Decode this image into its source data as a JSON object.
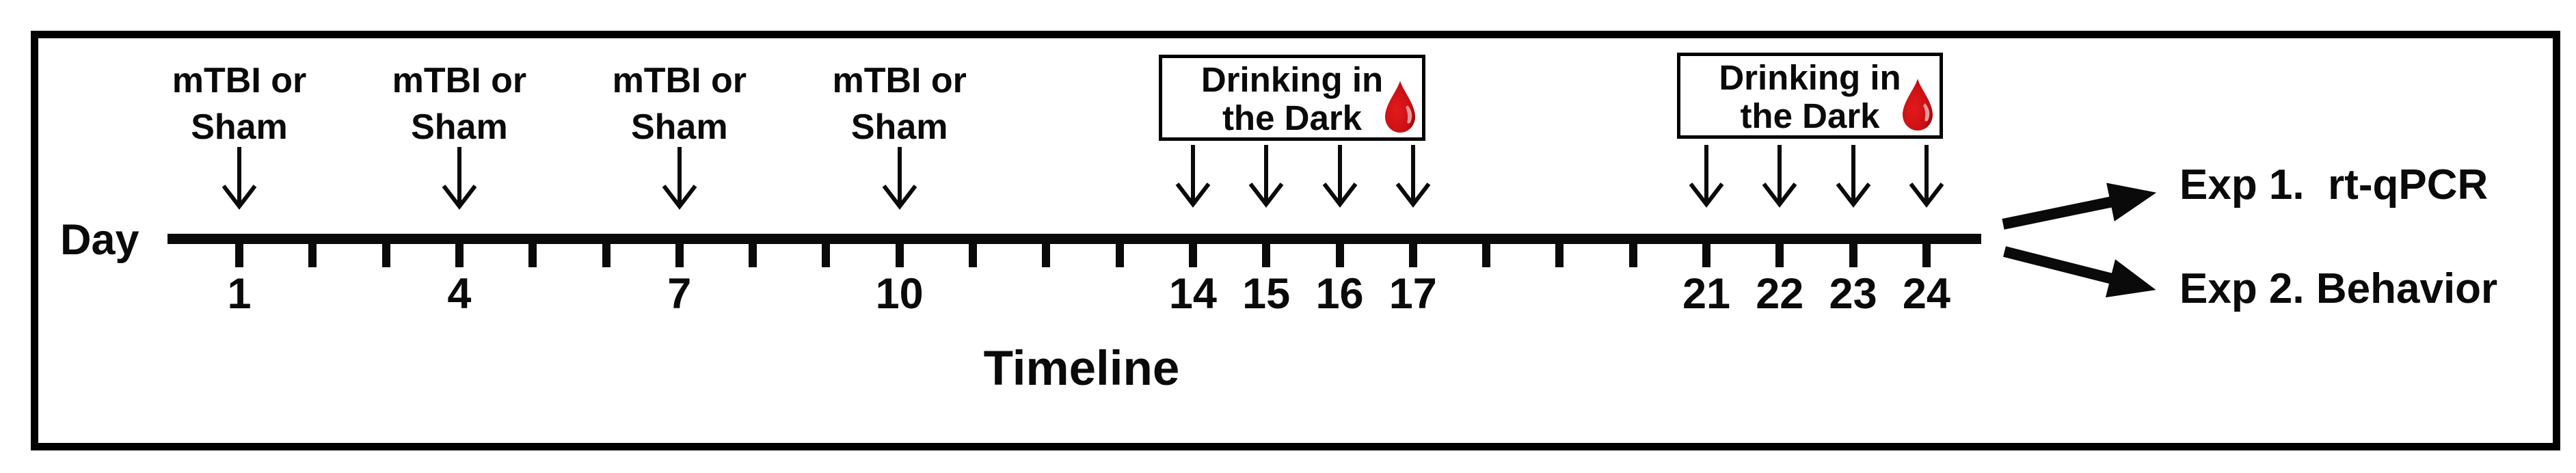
{
  "figure": {
    "day_axis_label": "Day",
    "timeline_caption": "Timeline",
    "background": "#ffffff",
    "border_color": "#000000"
  },
  "timeline": {
    "first_tick_day": 1,
    "last_tick_day": 24,
    "labeled_days": [
      1,
      4,
      7,
      10,
      14,
      15,
      16,
      17,
      21,
      22,
      23,
      24
    ]
  },
  "injury_events": {
    "label_line1": "mTBI or",
    "label_line2": "Sham",
    "days": [
      1,
      4,
      7,
      10
    ]
  },
  "drinking_sessions": [
    {
      "label_line1": "Drinking in",
      "label_line2": "the Dark",
      "icon": "blood-drop-icon",
      "days": [
        14,
        15,
        16,
        17
      ]
    },
    {
      "label_line1": "Drinking in",
      "label_line2": "the Dark",
      "icon": "blood-drop-icon",
      "days": [
        21,
        22,
        23,
        24
      ]
    }
  ],
  "outcomes": [
    {
      "label": "Exp 1.  rt-qPCR"
    },
    {
      "label": "Exp 2. Behavior"
    }
  ],
  "colors": {
    "text": "#0a0a0a",
    "line": "#0a0a0a",
    "blood_drop_main": "#c90f14",
    "blood_drop_dark": "#7d0000",
    "blood_drop_highlight": "#e9aaaa"
  }
}
